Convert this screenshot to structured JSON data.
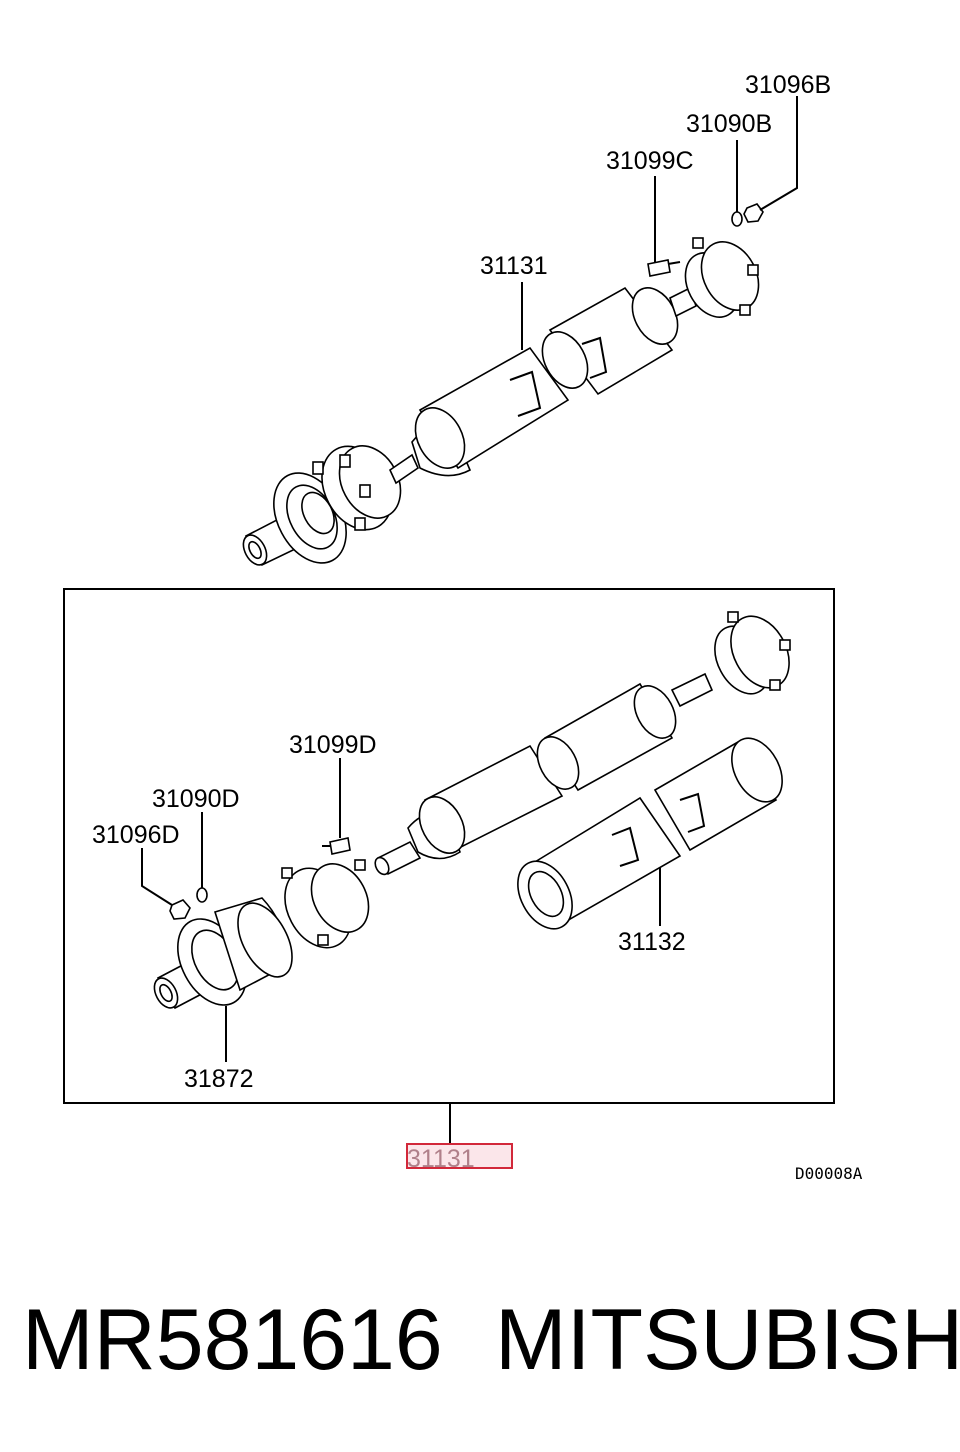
{
  "labels": {
    "top_bolt_nut": "31096B",
    "top_washer": "31090B",
    "top_bolt": "31099C",
    "top_shaft": "31131",
    "kit_bolt": "31099D",
    "kit_washer": "31090D",
    "kit_nut": "31096D",
    "kit_bearing": "31872",
    "kit_tube": "31132",
    "highlighted_assembly": "31131"
  },
  "diagram_code": "D00008A",
  "footer": {
    "part_number": "MR581616",
    "brand": "MITSUBISHI"
  },
  "colors": {
    "highlight_fill": "#fbe6ea",
    "highlight_border": "#d2283a"
  }
}
